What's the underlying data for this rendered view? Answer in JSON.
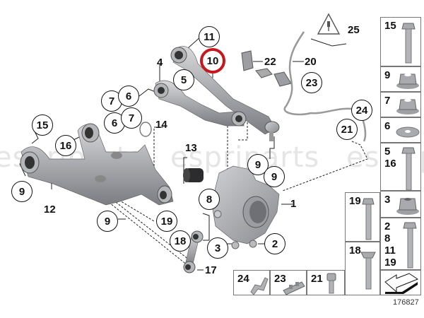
{
  "diagram": {
    "title": "Rear axle control arms and wheel carrier exploded view",
    "figure_number": "176827",
    "watermark": "espriparts",
    "highlight_color": "#c8161d",
    "highlighted_part": "10",
    "callouts": {
      "c11": "11",
      "c10": "10",
      "c4": "4",
      "c5": "5",
      "c7a": "7",
      "c6a": "6",
      "c6b": "6",
      "c7b": "7",
      "c14": "14",
      "c15": "15",
      "c16": "16",
      "c13": "13",
      "c9a": "9",
      "c12": "12",
      "c9b": "9",
      "c19": "19",
      "c8": "8",
      "c9c": "9",
      "c9d": "9",
      "c1": "1",
      "c2": "2",
      "c3": "3",
      "c18": "18",
      "c17": "17",
      "c22": "22",
      "c20": "20",
      "c23": "23",
      "c25": "25",
      "c24": "24",
      "c21": "21"
    },
    "parts_legend": {
      "right_column": [
        {
          "labels": "15",
          "part": "bolt-long"
        },
        {
          "labels": "9",
          "part": "collar-nut"
        },
        {
          "labels": "7",
          "part": "collar-nut"
        },
        {
          "labels": "6",
          "part": "washer"
        },
        {
          "labels": [
            "5",
            "16"
          ],
          "part": "bolt-long"
        },
        {
          "labels": "3",
          "part": "collar-nut"
        },
        {
          "labels": [
            "2",
            "8",
            "11",
            "19"
          ],
          "part": "bolt-medium"
        }
      ],
      "middle_column": [
        {
          "labels": "19",
          "part": "bolt-stepped"
        },
        {
          "labels": "18",
          "part": "bolt-cone"
        }
      ],
      "bottom_row": [
        {
          "labels": "24",
          "part": "cable-clip"
        },
        {
          "labels": "23",
          "part": "cable-holder"
        },
        {
          "labels": "21",
          "part": "socket-screw"
        }
      ]
    }
  }
}
